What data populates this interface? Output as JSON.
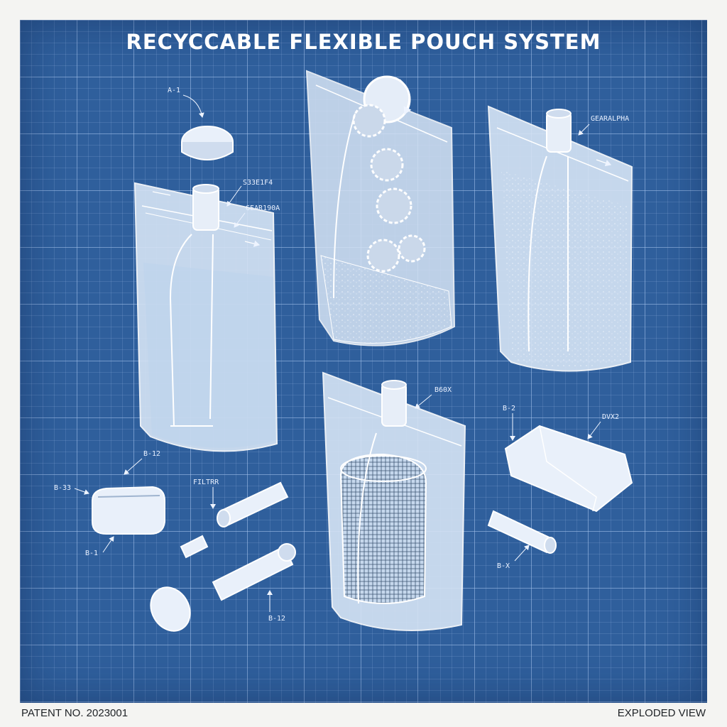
{
  "title": "RECYCCABLE FLEXIBLE POUCH SYSTEM",
  "footer": {
    "patent": "PATENT NO. 2023001",
    "view": "EXPLODED VIEW"
  },
  "labels": {
    "a1": "A-1",
    "s33": "S33E1F4",
    "gear90a": "GEAR190A",
    "gearalpha": "GEARALPHA",
    "b60x": "B60X",
    "b2": "B-2",
    "dvx2": "DVX2",
    "b12_top": "B-12",
    "b33": "B-33",
    "filtrr": "FILTRR",
    "b1": "B-1",
    "b12_bottom": "B-12",
    "bx": "B-X"
  },
  "colors": {
    "blueprint": "#2f5f9c",
    "line": "#eef4ff",
    "pouch_fill": "#dfe9f6"
  }
}
